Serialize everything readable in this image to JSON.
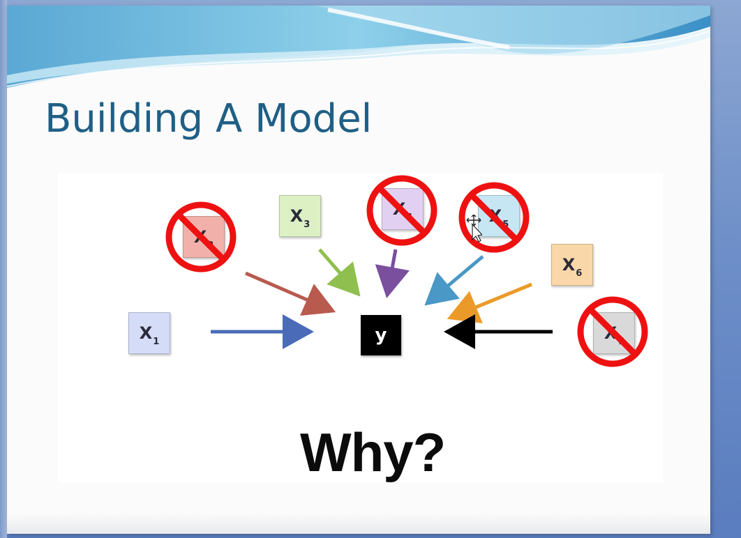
{
  "slide": {
    "title": "Building A Model",
    "question": "Why?"
  },
  "target": {
    "label": "y"
  },
  "variables": [
    {
      "id": "x1",
      "letter": "X",
      "sub": "1",
      "color": "#d5dcf7",
      "arrow_color": "#4a6cb8",
      "excluded": false
    },
    {
      "id": "x2",
      "letter": "X",
      "sub": "2",
      "color": "#f2b0aa",
      "arrow_color": "#b85a4e",
      "excluded": true
    },
    {
      "id": "x3",
      "letter": "X",
      "sub": "3",
      "color": "#dcf0c4",
      "arrow_color": "#8fbf4e",
      "excluded": false
    },
    {
      "id": "x4",
      "letter": "X",
      "sub": "4",
      "color": "#e2d0f2",
      "arrow_color": "#7a4f9e",
      "excluded": true
    },
    {
      "id": "x5",
      "letter": "X",
      "sub": "5",
      "color": "#c6e6f4",
      "arrow_color": "#4a98c6",
      "excluded": true
    },
    {
      "id": "x6",
      "letter": "X",
      "sub": "6",
      "color": "#f9d7a8",
      "arrow_color": "#eb9a2a",
      "excluded": false
    },
    {
      "id": "x7",
      "letter": "X",
      "sub": "7",
      "color": "#d9d9d9",
      "arrow_color": "#000000",
      "excluded": true
    }
  ],
  "colors": {
    "title": "#1f5f86",
    "no_sign": "#ee1111"
  }
}
